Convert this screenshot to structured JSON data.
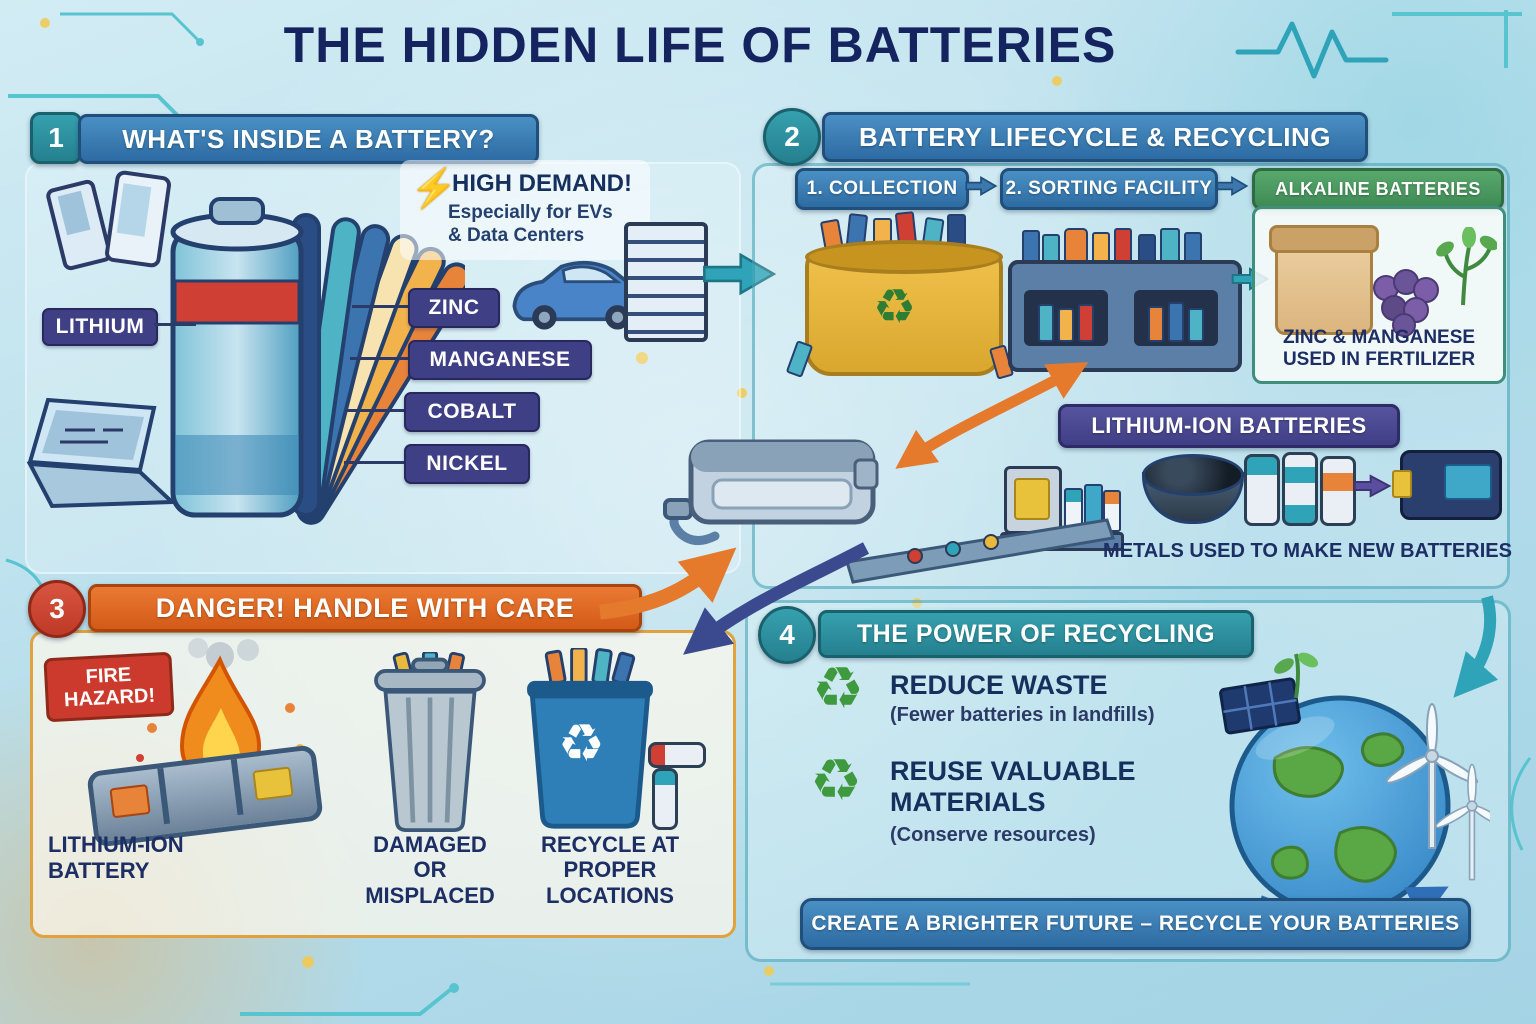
{
  "title": "THE HIDDEN LIFE OF BATTERIES",
  "icons": {
    "recycle": "♻",
    "lightning": "⚡"
  },
  "section1": {
    "badge": "1",
    "heading": "WHAT'S INSIDE A BATTERY?",
    "lithium": "LITHIUM",
    "materials": [
      "ZINC",
      "MANGANESE",
      "COBALT",
      "NICKEL"
    ],
    "demand_title": "HIGH DEMAND!",
    "demand_sub": "Especially for EVs & Data Centers"
  },
  "section2": {
    "badge": "2",
    "heading": "BATTERY LIFECYCLE & RECYCLING",
    "step1": "1. COLLECTION",
    "step2": "2. SORTING FACILITY",
    "alkaline_heading": "ALKALINE BATTERIES",
    "alkaline_caption": "ZINC & MANGANESE USED IN FERTILIZER",
    "lithium_heading": "LITHIUM-ION BATTERIES",
    "lithium_caption": "METALS USED TO MAKE NEW BATTERIES"
  },
  "section3": {
    "badge": "3",
    "heading": "DANGER! HANDLE WITH CARE",
    "fire_hazard": "FIRE HAZARD!",
    "label_battery": "LITHIUM-ION BATTERY",
    "label_damaged": "DAMAGED OR MISPLACED",
    "label_recycle": "RECYCLE AT PROPER LOCATIONS"
  },
  "section4": {
    "badge": "4",
    "heading": "THE POWER OF RECYCLING",
    "benefit1_title": "REDUCE WASTE",
    "benefit1_sub": "(Fewer batteries in landfills)",
    "benefit2_title": "REUSE VALUABLE MATERIALS",
    "benefit2_sub": "(Conserve resources)",
    "footer": "CREATE A BRIGHTER FUTURE – RECYCLE YOUR BATTERIES"
  },
  "colors": {
    "navy": "#1c2e63",
    "banner_blue": "#3c78ae",
    "teal": "#2e93a6",
    "green": "#4f9e63",
    "purple": "#4a4890",
    "orange": "#e2702d",
    "red": "#c63a2e",
    "background": "#b9dfec"
  }
}
